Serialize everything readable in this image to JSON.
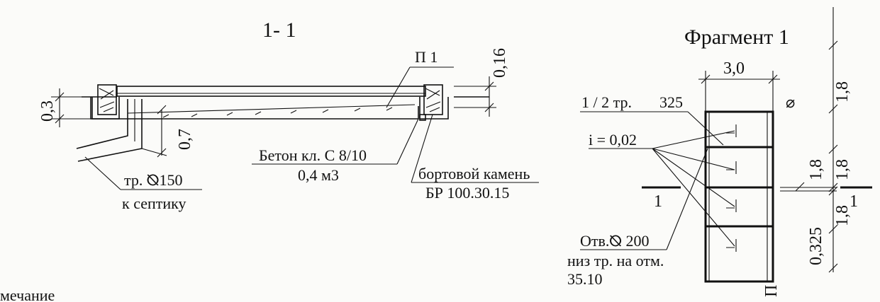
{
  "section": {
    "title": "1- 1",
    "slab_mark": "П 1",
    "dim_top": "0,16",
    "dim_left": "0,3",
    "dim_depth": "0,7",
    "concrete_label": "Бетон кл. С 8/10",
    "concrete_volume": "0,4 м3",
    "curb_label": "бортовой камень",
    "curb_mark": "БР 100.30.15",
    "pipe_label": "тр. ⦰150",
    "pipe_dest": "к септику"
  },
  "fragment": {
    "title": "Фрагмент 1",
    "width_dim": "3,0",
    "pipe_half": "1 / 2 тр.",
    "dim_325": "325",
    "slope": "i = 0,02",
    "diameter_sign": "⌀",
    "side_dims": [
      "1,8",
      "1,8",
      "1,8",
      "1,8"
    ],
    "dim_0325": "0,325",
    "section_mark_left": "1",
    "section_mark_right": "1",
    "hole_label": "Отв.⦰ 200",
    "hole_bottom": "низ тр. на отм.",
    "hole_elev": "35.10",
    "bottom_mark": "П"
  },
  "footer": {
    "note": "мечание"
  }
}
